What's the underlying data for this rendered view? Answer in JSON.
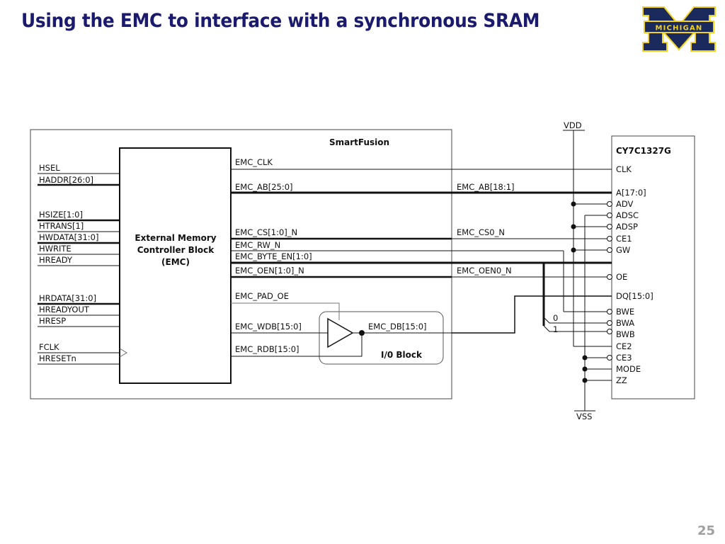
{
  "slide": {
    "title": "Using the EMC to interface with a synchronous SRAM",
    "page_number": "25",
    "logo_text": "MICHIGAN",
    "colors": {
      "title": "#1a1a6e",
      "logo_blue": "#1b2a5c",
      "logo_maize": "#f2d21f",
      "page_number": "#a0a0a0"
    }
  },
  "diagram": {
    "smartfusion_label": "SmartFusion",
    "emc_block": {
      "line1": "External Memory",
      "line2": "Controller Block",
      "line3": "(EMC)"
    },
    "ahb_signals": [
      "HSEL",
      "HADDR[26:0]",
      "HSIZE[1:0]",
      "HTRANS[1]",
      "HWDATA[31:0]",
      "HWRITE",
      "HREADY",
      "HRDATA[31:0]",
      "HREADYOUT",
      "HRESP",
      "FCLK",
      "HRESETn"
    ],
    "emc_signals": [
      "EMC_CLK",
      "EMC_AB[25:0]",
      "EMC_CS[1:0]_N",
      "EMC_RW_N",
      "EMC_BYTE_EN[1:0]",
      "EMC_OEN[1:0]_N",
      "EMC_PAD_OE",
      "EMC_WDB[15:0]",
      "EMC_RDB[15:0]"
    ],
    "io_block": {
      "label": "I/0 Block",
      "db_signal": "EMC_DB[15:0]"
    },
    "external_nets": {
      "ab": "EMC_AB[18:1]",
      "cs0": "EMC_CS0_N",
      "oen0": "EMC_OEN0_N",
      "byte0": "0",
      "byte1": "1"
    },
    "power": {
      "vdd": "VDD",
      "vss": "VSS"
    },
    "sram": {
      "part": "CY7C1327G",
      "pins": [
        "CLK",
        "A[17:0]",
        "ADV",
        "ADSC",
        "ADSP",
        "CE1",
        "GW",
        "OE",
        "DQ[15:0]",
        "BWE",
        "BWA",
        "BWB",
        "CE2",
        "CE3",
        "MODE",
        "ZZ"
      ]
    }
  }
}
